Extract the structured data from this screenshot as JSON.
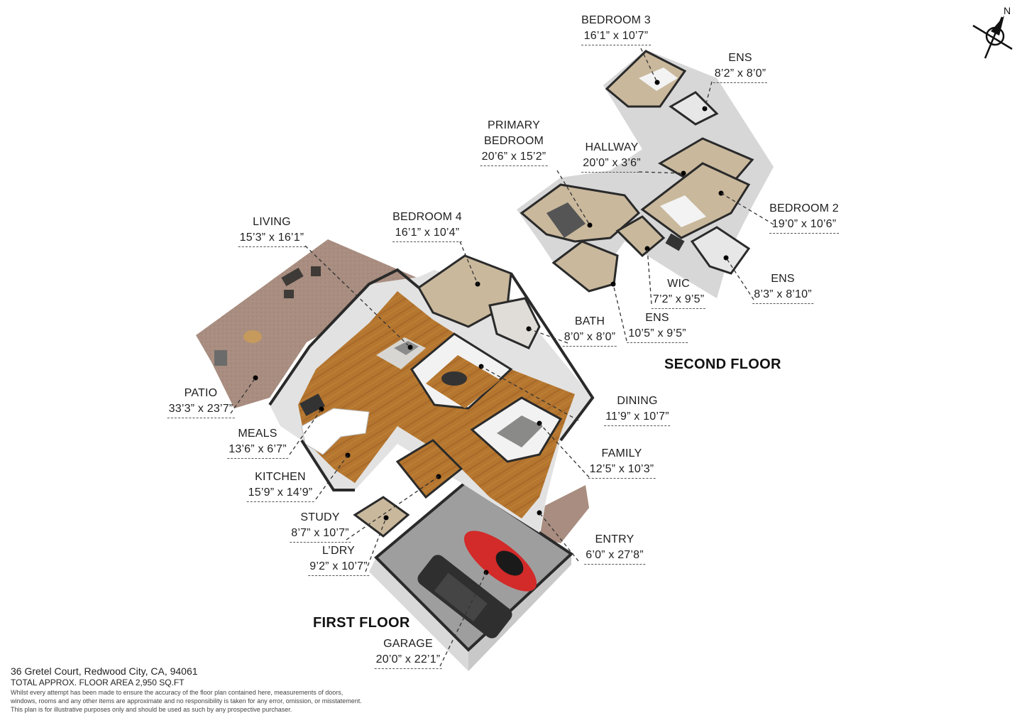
{
  "second_floor": {
    "title": "SECOND FLOOR",
    "rooms": [
      {
        "name": "BEDROOM 3",
        "dim": "16’1” x 10’7”"
      },
      {
        "name": "ENS",
        "dim": "8’2” x 8’0”"
      },
      {
        "name": "PRIMARY",
        "name2": "BEDROOM",
        "dim": "20’6” x 15’2”"
      },
      {
        "name": "HALLWAY",
        "dim": "20’0” x 3’6”"
      },
      {
        "name": "BEDROOM 2",
        "dim": "19’0” x 10’6”"
      },
      {
        "name": "ENS",
        "dim": "8’3” x 8’10”"
      },
      {
        "name": "WIC",
        "dim": "7’2” x 9’5”"
      },
      {
        "name": "ENS",
        "dim": "10’5” x 9’5”"
      },
      {
        "name": "BATH",
        "dim": "8’0” x 8’0”"
      }
    ]
  },
  "first_floor": {
    "title": "FIRST FLOOR",
    "rooms": [
      {
        "name": "LIVING",
        "dim": "15’3” x 16’1”"
      },
      {
        "name": "BEDROOM 4",
        "dim": "16’1” x 10’4”"
      },
      {
        "name": "PATIO",
        "dim": "33’3” x 23’7”"
      },
      {
        "name": "MEALS",
        "dim": "13’6” x 6’7”"
      },
      {
        "name": "KITCHEN",
        "dim": "15’9” x 14’9”"
      },
      {
        "name": "STUDY",
        "dim": "8’7” x 10’7”"
      },
      {
        "name": "L’DRY",
        "dim": "9’2” x 10’7”"
      },
      {
        "name": "DINING",
        "dim": "11’9” x 10’7”"
      },
      {
        "name": "FAMILY",
        "dim": "12’5” x 10’3”"
      },
      {
        "name": "ENTRY",
        "dim": "6’0” x 27’8”"
      },
      {
        "name": "GARAGE",
        "dim": "20’0” x 22’1”"
      }
    ]
  },
  "compass": {
    "label": "N",
    "icon": "north-arrow-icon"
  },
  "footer": {
    "address": "36 Gretel Court, Redwood City, CA, 94061",
    "total_area": "TOTAL APPROX. FLOOR AREA 2,950 SQ.FT",
    "disclaimer": [
      "Whilst every attempt has been made to ensure the accuracy of the floor plan contained here, measurements of doors,",
      "windows, rooms and any other items are approximate and no responsibility is taken for any error, omission, or misstatement.",
      "This plan is for illustrative purposes only and should be used as such by any prospective purchaser."
    ]
  },
  "colors": {
    "wood_floor": "#b5762f",
    "carpet_floor": "#c9b89c",
    "patio": "#a88d80",
    "garage_floor": "#9e9e9e",
    "wall": "#ffffff",
    "wall_side": "#d3d3d3",
    "wall_edge": "#2a2a2a",
    "car_red": "#d32a2a",
    "car_dark": "#2f2f2f"
  }
}
